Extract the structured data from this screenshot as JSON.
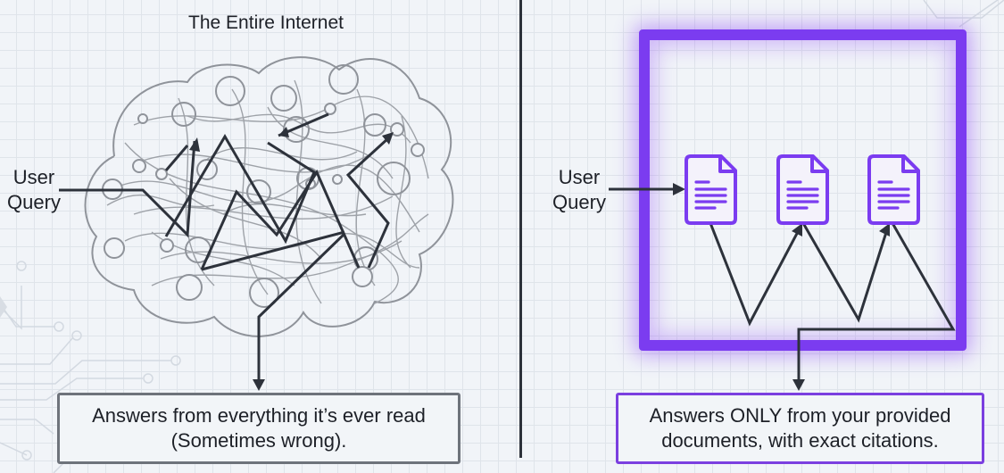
{
  "left_panel": {
    "title": "The Entire Internet",
    "query_label_line1": "User",
    "query_label_line2": "Query",
    "answer_line1": "Answers from everything it’s ever read",
    "answer_line2": "(Sometimes wrong).",
    "cloud_icon": "tangled-network-cloud",
    "path_color": "#2d323b",
    "cloud_color": "#8f939a"
  },
  "right_panel": {
    "query_label_line1": "User",
    "query_label_line2": "Query",
    "answer_line1": "Answers ONLY from your provided",
    "answer_line2": "documents, with exact citations.",
    "documents": [
      {
        "icon": "document-icon"
      },
      {
        "icon": "document-icon"
      },
      {
        "icon": "document-icon"
      }
    ],
    "accent_color": "#7b3cf0"
  },
  "background": {
    "pattern": "grid",
    "color": "#f1f4f8",
    "grid_color": "#dfe4ea"
  }
}
